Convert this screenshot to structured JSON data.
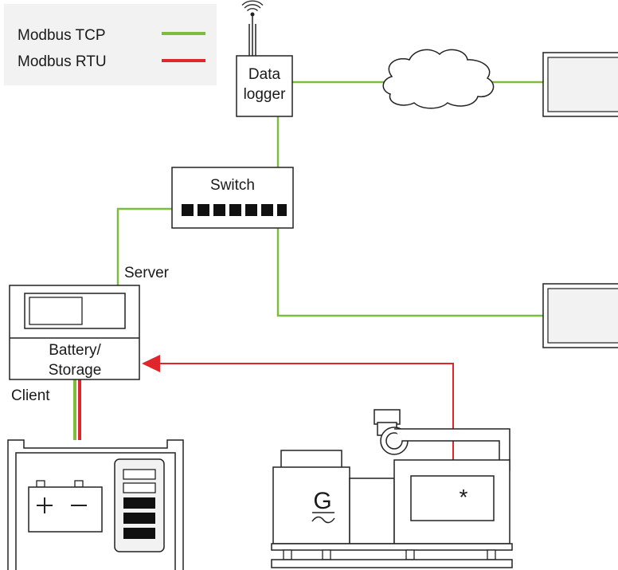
{
  "legend": {
    "items": [
      {
        "label": "Modbus TCP",
        "color": "#7cbd3e"
      },
      {
        "label": "Modbus RTU",
        "color": "#e0262a"
      }
    ]
  },
  "nodes": {
    "data_logger": {
      "line1": "Data",
      "line2": "logger"
    },
    "switch": {
      "label": "Switch"
    },
    "battery_storage": {
      "line1": "Battery/",
      "line2": "Storage"
    },
    "generator": {
      "symbol": "G",
      "marker": "*"
    }
  },
  "labels": {
    "server": "Server",
    "client": "Client"
  },
  "colors": {
    "tcp": "#7cbd3e",
    "rtu": "#e0262a",
    "legend_bg": "#f2f2f2",
    "device_fill": "#f2f2f2"
  }
}
